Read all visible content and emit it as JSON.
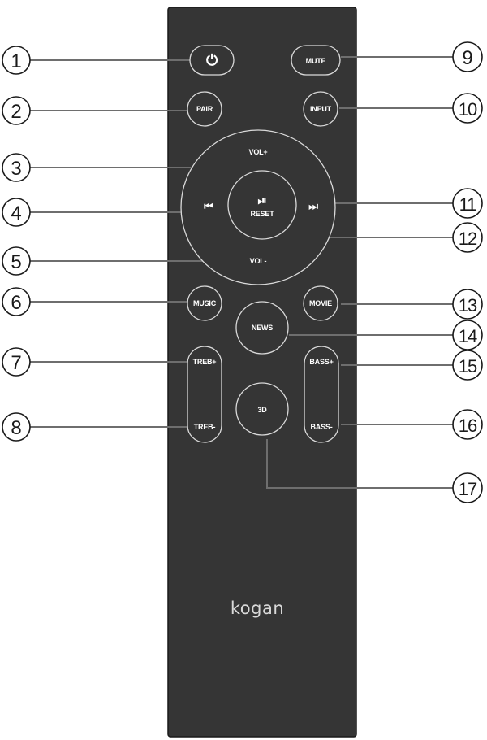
{
  "buttons": {
    "power_icon": "⏻",
    "mute": "MUTE",
    "pair": "PAIR",
    "input": "INPUT",
    "vol_up": "VOL+",
    "vol_down": "VOL-",
    "prev_icon": "⏮",
    "next_icon": "⏭",
    "play_pause_icon": "⏯",
    "reset": "RESET",
    "music": "MUSIC",
    "movie": "MOVIE",
    "news": "NEWS",
    "treb_up": "TREB+",
    "treb_down": "TREB-",
    "bass_up": "BASS+",
    "bass_down": "BASS-",
    "three_d": "3D"
  },
  "brand": "kogan",
  "callouts": [
    "1",
    "2",
    "3",
    "4",
    "5",
    "6",
    "7",
    "8",
    "9",
    "10",
    "11",
    "12",
    "13",
    "14",
    "15",
    "16",
    "17"
  ],
  "colors": {
    "remote_body": "#353535",
    "button_outline": "#d9d9d9",
    "leader_line": "#6e6e6e",
    "text_white": "#ffffff"
  }
}
